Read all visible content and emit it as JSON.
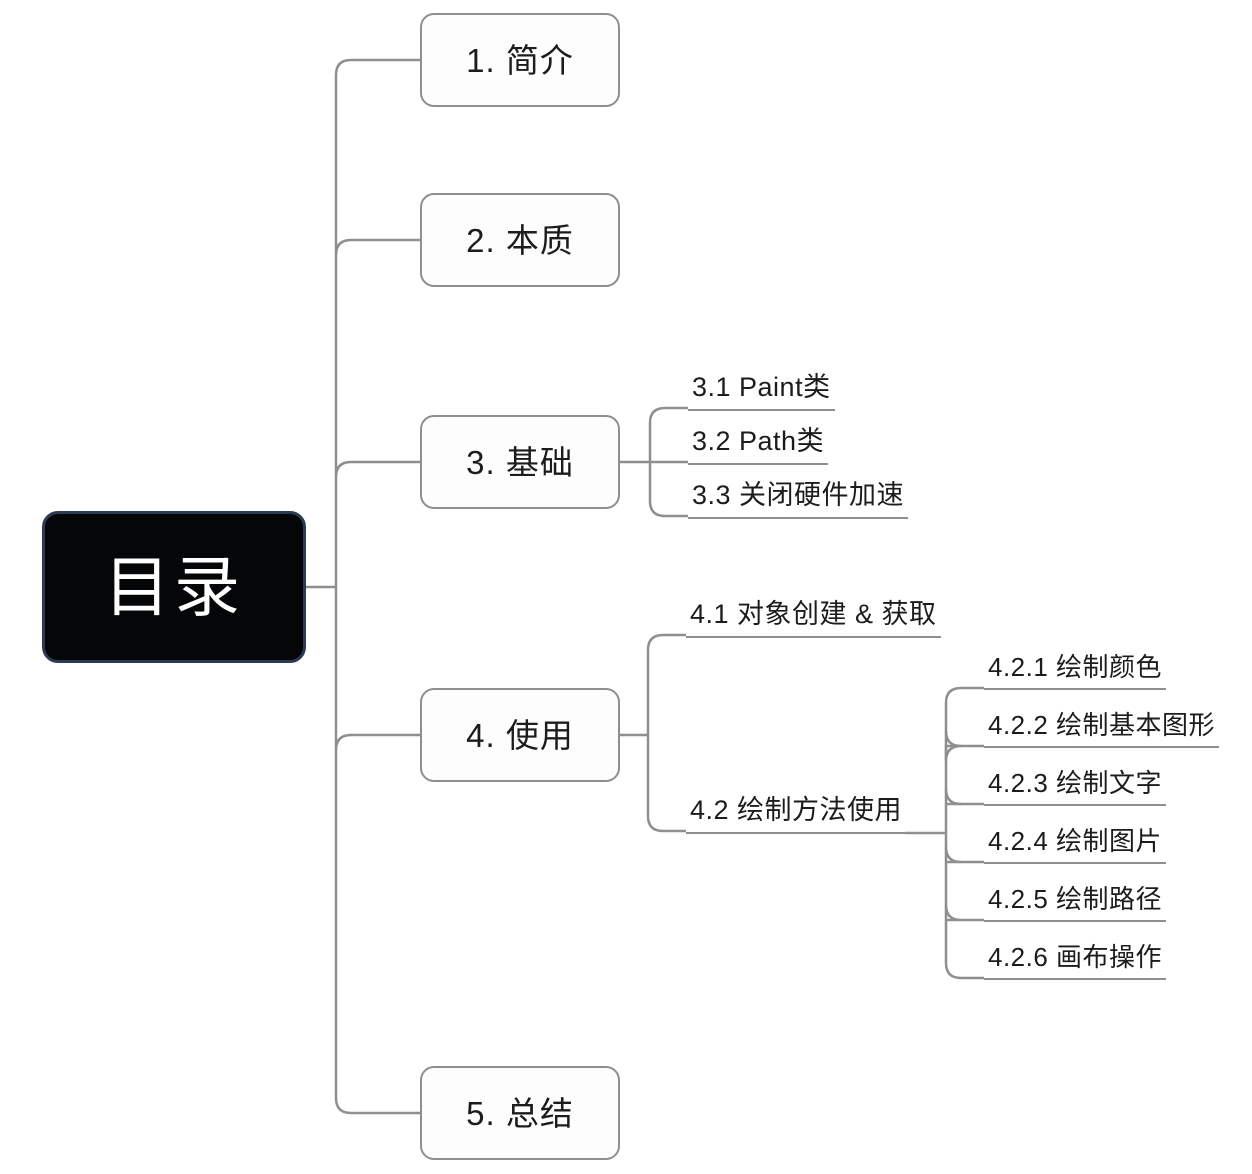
{
  "diagram": {
    "type": "mindmap",
    "title": "目录",
    "background_color": "#ffffff",
    "connector_color": "#8f8f8f",
    "root_fill_color": "#050608",
    "root_border_color": "#2c3a55",
    "root_text_color": "#ffffff",
    "node_fill_color": "#fdfdfd",
    "node_border_color": "#8f8f8f",
    "node_text_color": "#1c1c1c"
  },
  "root": {
    "label": "目录"
  },
  "branches": [
    {
      "id": "b1",
      "label": "1. 简介",
      "children": []
    },
    {
      "id": "b2",
      "label": "2. 本质",
      "children": []
    },
    {
      "id": "b3",
      "label": "3. 基础",
      "children": [
        {
          "id": "b3c1",
          "label": "3.1 Paint类",
          "children": []
        },
        {
          "id": "b3c2",
          "label": "3.2 Path类",
          "children": []
        },
        {
          "id": "b3c3",
          "label": "3.3 关闭硬件加速",
          "children": []
        }
      ]
    },
    {
      "id": "b4",
      "label": "4. 使用",
      "children": [
        {
          "id": "b4c1",
          "label": "4.1 对象创建 & 获取",
          "children": []
        },
        {
          "id": "b4c2",
          "label": "4.2 绘制方法使用",
          "children": [
            {
              "id": "b4c2g1",
              "label": "4.2.1 绘制颜色"
            },
            {
              "id": "b4c2g2",
              "label": "4.2.2 绘制基本图形"
            },
            {
              "id": "b4c2g3",
              "label": "4.2.3 绘制文字"
            },
            {
              "id": "b4c2g4",
              "label": "4.2.4 绘制图片"
            },
            {
              "id": "b4c2g5",
              "label": "4.2.5 绘制路径"
            },
            {
              "id": "b4c2g6",
              "label": "4.2.6 画布操作"
            }
          ]
        }
      ]
    },
    {
      "id": "b5",
      "label": "5. 总结",
      "children": []
    }
  ]
}
